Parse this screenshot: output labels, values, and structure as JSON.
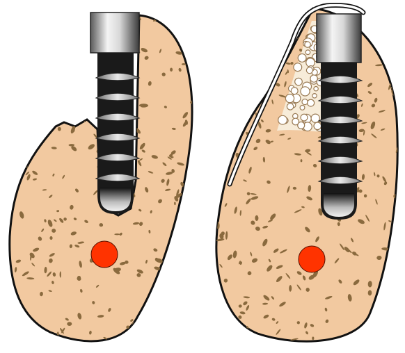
{
  "figure": {
    "panels": [
      {
        "id": "left",
        "bone_state": "resorbed-ridge",
        "graft": false,
        "membrane": false,
        "marker": "nerve-dot"
      },
      {
        "id": "right",
        "bone_state": "augmented-ridge",
        "graft": true,
        "membrane": true,
        "marker": "nerve-dot"
      }
    ],
    "colors": {
      "bone": "#f2c9a0",
      "bone_speckle": "#8a6a3e",
      "outline": "#111111",
      "implant_dark": "#1a1a1a",
      "implant_collar": "#c8c8c8",
      "marker": "#ff3300",
      "graft_fill": "#ffffff",
      "graft_stroke": "#9a7b55",
      "membrane": "#ffffff"
    },
    "implant_threads": 6
  }
}
